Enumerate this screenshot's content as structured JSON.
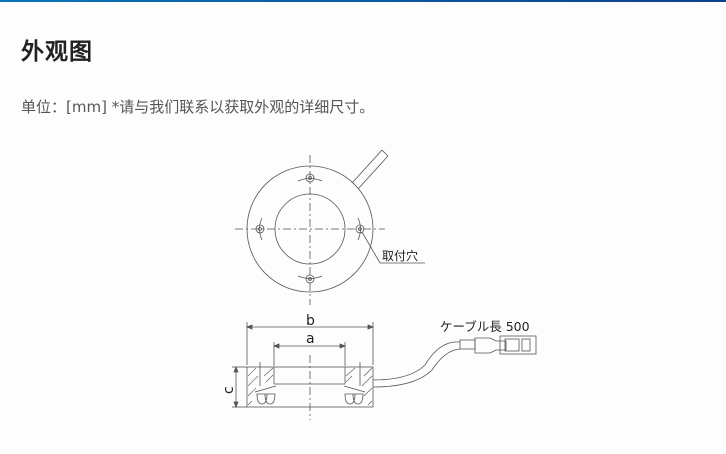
{
  "header": {
    "title": "外观图"
  },
  "note": {
    "text": "单位：[mm] *请与我们联系以获取外观的详细尺寸。"
  },
  "drawing": {
    "top_view": {
      "mounting_hole_label": "取付穴"
    },
    "side_view": {
      "dimension_b": "b",
      "dimension_a": "a",
      "dimension_c": "c",
      "cable_label": "ケーブル長 500"
    }
  },
  "colors": {
    "accent_bar": "#0a74b8",
    "title_text": "#222222",
    "note_text": "#555555"
  }
}
